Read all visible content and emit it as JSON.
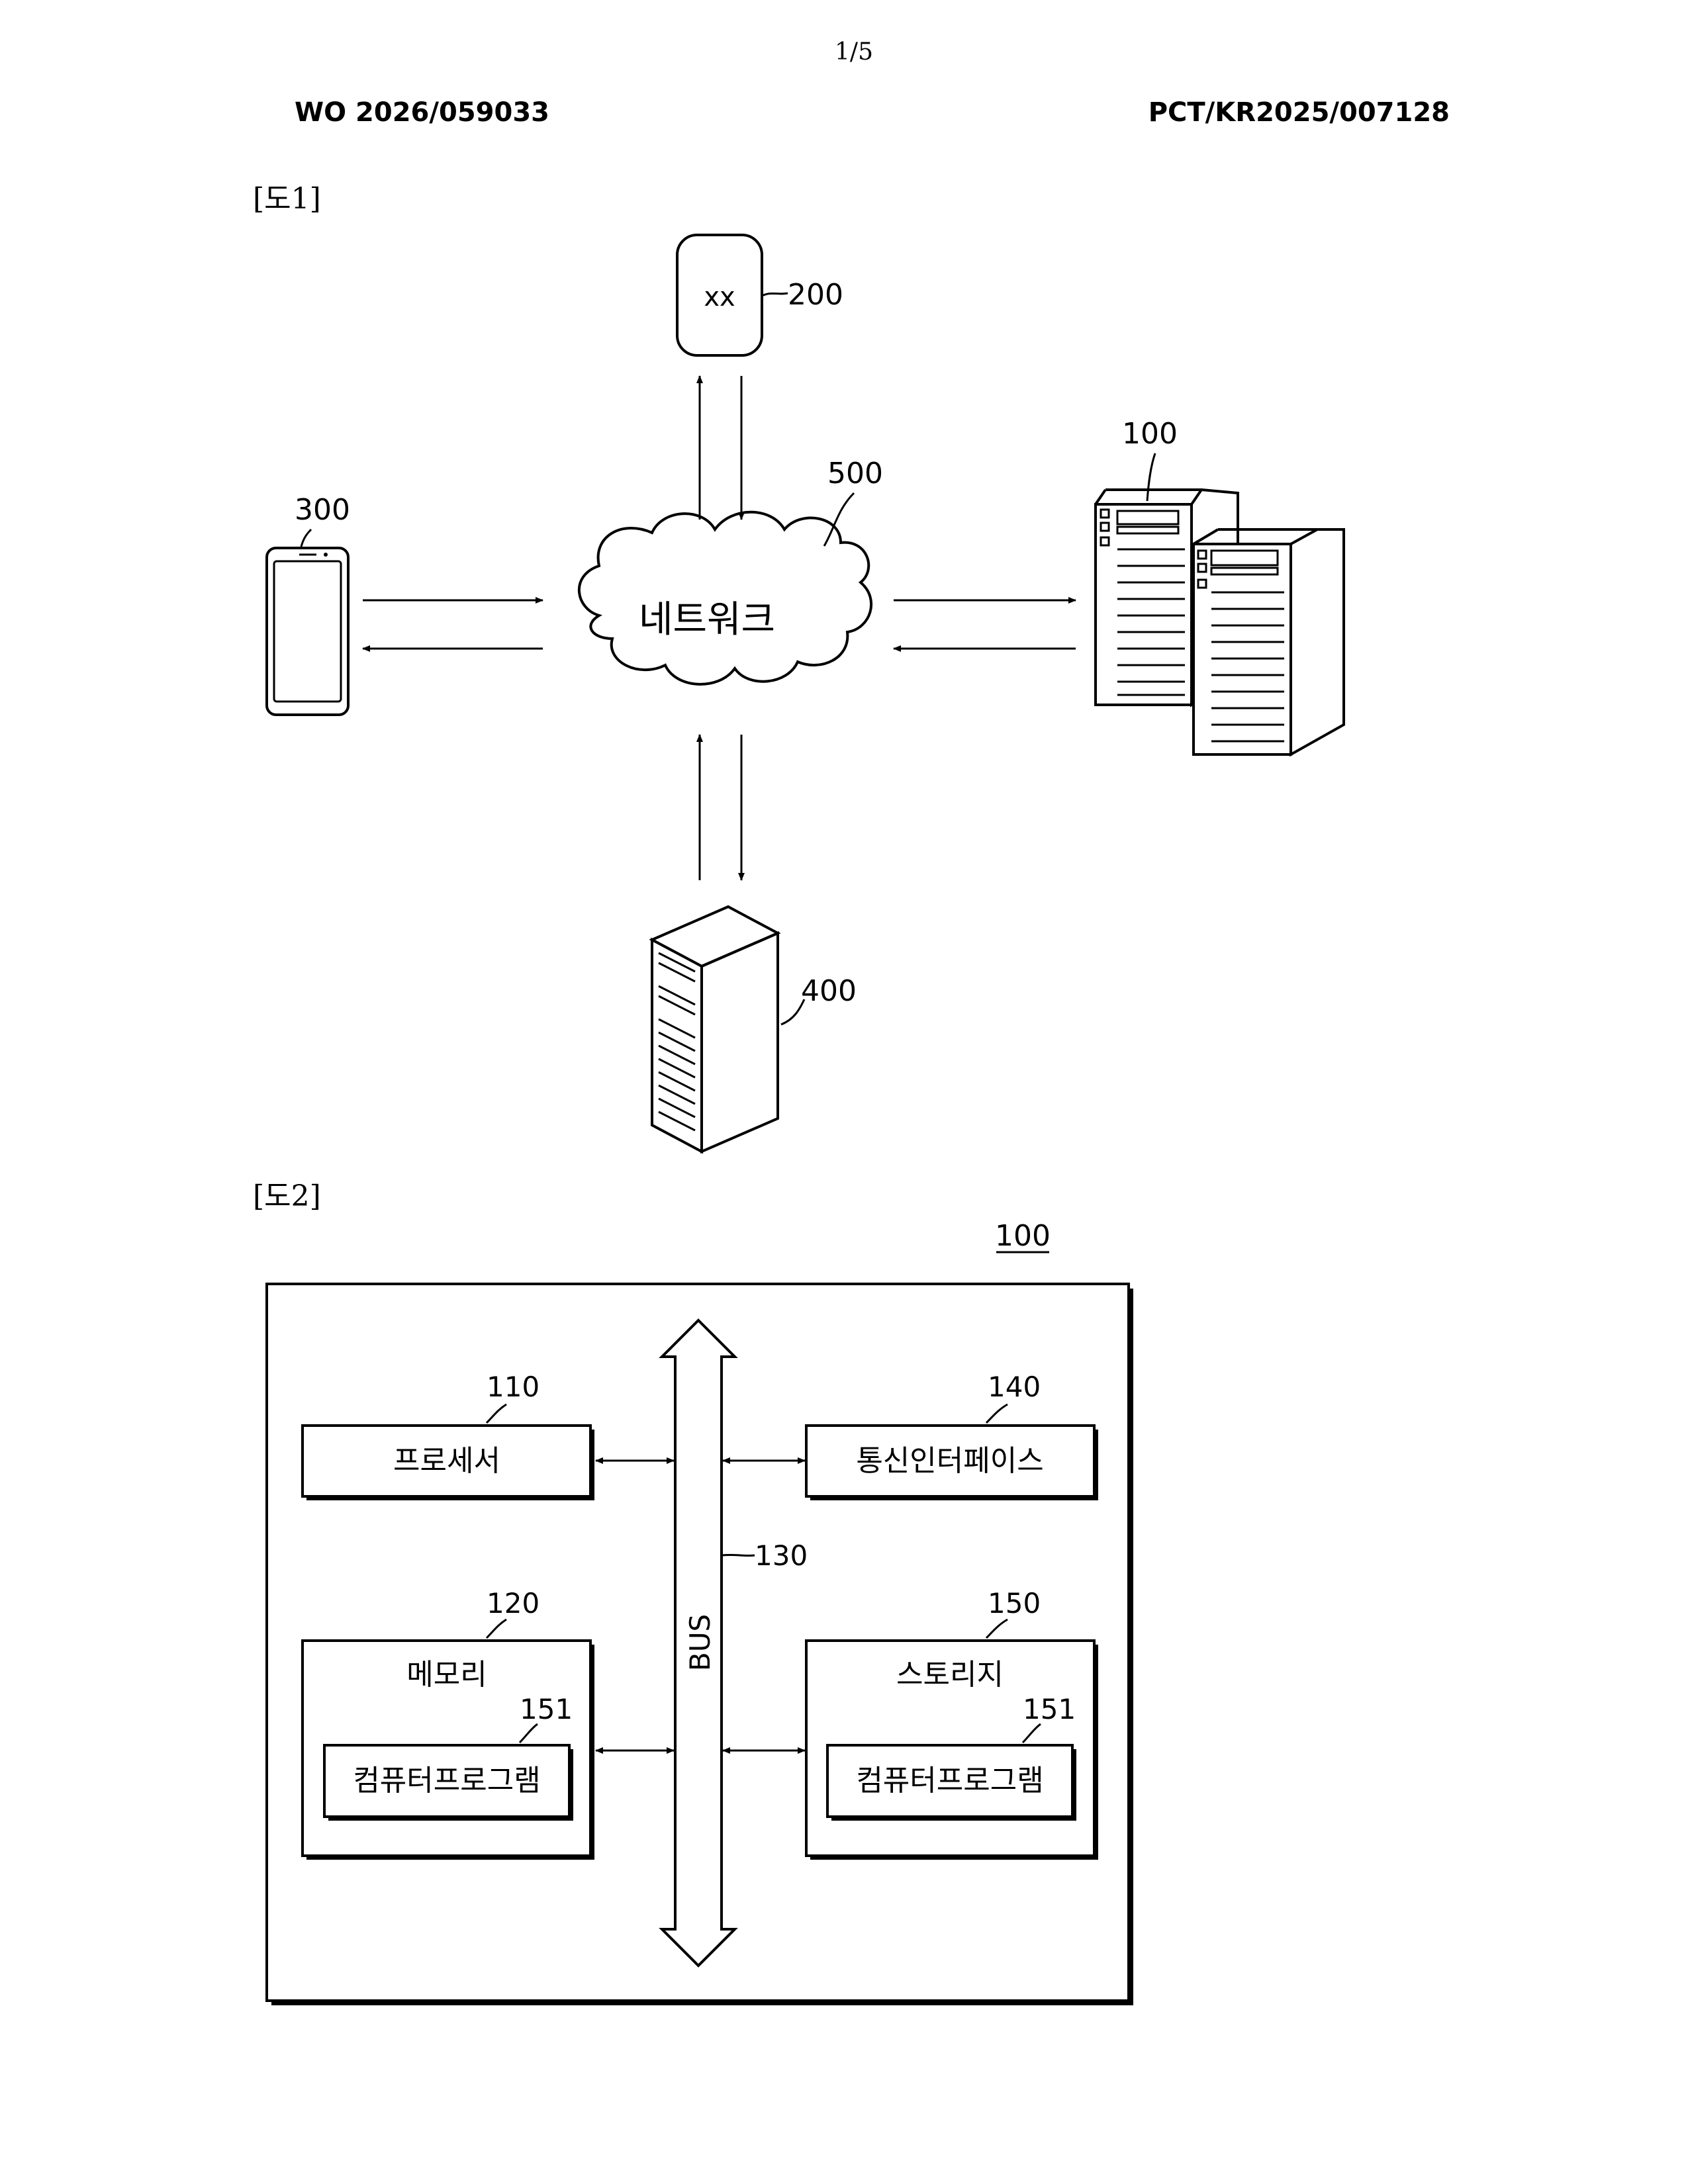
{
  "header": {
    "page_number": "1/5",
    "publication_number": "WO 2026/059033",
    "application_number": "PCT/KR2025/007128"
  },
  "figure1": {
    "label": "[도1]",
    "network_label": "네트워크",
    "node_200_text": "xx",
    "refs": {
      "r200": "200",
      "r300": "300",
      "r500": "500",
      "r100": "100",
      "r400": "400"
    }
  },
  "figure2": {
    "label": "[도2]",
    "device_ref": "100",
    "bus_label": "BUS",
    "bus_ref": "130",
    "processor": {
      "ref": "110",
      "label": "프로세서"
    },
    "comm_interface": {
      "ref": "140",
      "label": "통신인터페이스"
    },
    "memory": {
      "ref": "120",
      "label": "메모리",
      "program_ref": "151",
      "program_label": "컴퓨터프로그램"
    },
    "storage": {
      "ref": "150",
      "label": "스토리지",
      "program_ref": "151",
      "program_label": "컴퓨터프로그램"
    }
  }
}
